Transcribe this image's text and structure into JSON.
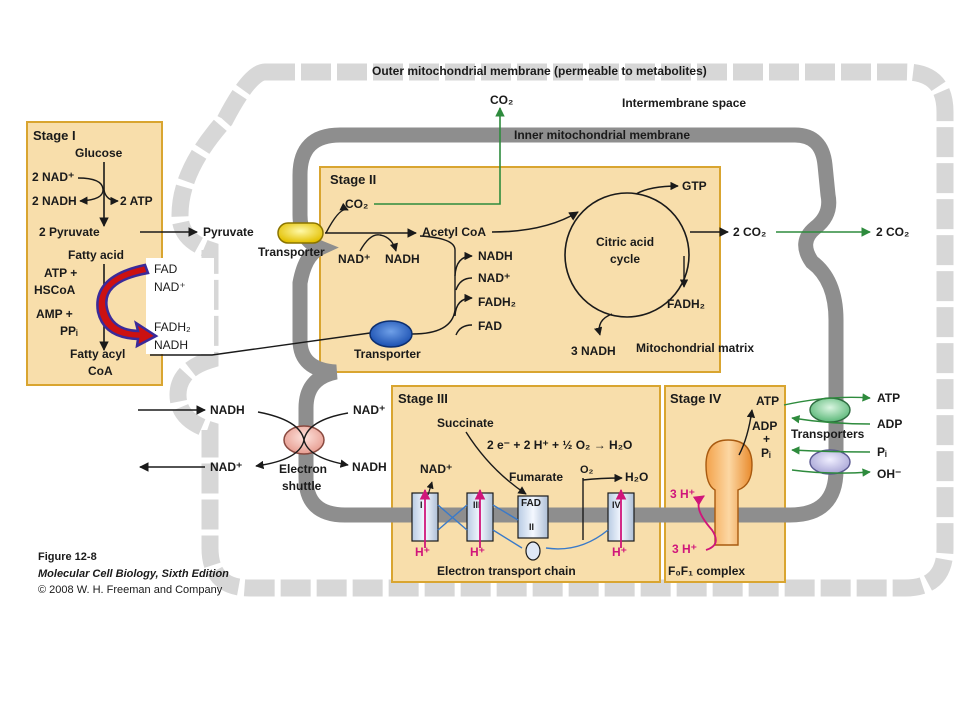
{
  "membranes": {
    "outer": "Outer mitochondrial membrane (permeable to metabolites)",
    "intermembrane": "Intermembrane space",
    "inner": "Inner mitochondrial membrane",
    "matrix": "Mitochondrial matrix",
    "co2_top": "CO₂"
  },
  "stage1": {
    "title": "Stage I",
    "glucose": "Glucose",
    "nad": "2 NAD⁺",
    "nadh": "2 NADH",
    "atp": "2 ATP",
    "pyruvate": "2 Pyruvate",
    "fatty_acid": "Fatty acid",
    "atp_plus": "ATP +",
    "hscoa": "HSCoA",
    "amp_plus": "AMP +",
    "ppi": "PPᵢ",
    "fatty_acyl": "Fatty acyl",
    "coa": "CoA",
    "fad": "FAD",
    "nad_plus": "NAD⁺",
    "fadh2": "FADH₂",
    "nadh2": "NADH"
  },
  "stage2": {
    "title": "Stage II",
    "pyruvate": "Pyruvate",
    "transporter": "Transporter",
    "co2": "CO₂",
    "nad": "NAD⁺",
    "nadh": "NADH",
    "acetyl": "Acetyl CoA",
    "nadh_b": "NADH",
    "nad_b": "NAD⁺",
    "fadh2_b": "FADH₂",
    "fad_b": "FAD",
    "cycle_1": "Citric acid",
    "cycle_2": "cycle",
    "gtp": "GTP",
    "fadh2": "FADH₂",
    "nadh3": "3 NADH",
    "co2_2": "2 CO₂",
    "co2_2_out": "2 CO₂",
    "transporter2": "Transporter"
  },
  "shuttle": {
    "nadh_in": "NADH",
    "nad_out": "NAD⁺",
    "nad_in": "NAD⁺",
    "nadh_out": "NADH",
    "label_1": "Electron",
    "label_2": "shuttle"
  },
  "stage3": {
    "title": "Stage III",
    "succinate": "Succinate",
    "equation": "2 e⁻ + 2 H⁺ + ½ O₂ → H₂O",
    "nad": "NAD⁺",
    "fumarate": "Fumarate",
    "o2": "O₂",
    "h2o": "H₂O",
    "c1": "I",
    "c3": "III",
    "c2_fad": "FAD",
    "c2": "II",
    "c4": "IV",
    "h_1": "H⁺",
    "h_3": "H⁺",
    "h_4": "H⁺",
    "footer": "Electron transport chain"
  },
  "stage4": {
    "title": "Stage IV",
    "atp": "ATP",
    "adp": "ADP",
    "plus": "+",
    "pi": "Pᵢ",
    "h_top": "3 H⁺",
    "h_bottom": "3 H⁺",
    "footer": "F₀F₁ complex",
    "transporters": "Transporters",
    "atp_out": "ATP",
    "adp_in": "ADP",
    "pi_in": "Pᵢ",
    "oh_out": "OH⁻"
  },
  "caption": {
    "line1": "Figure 12-8",
    "line2": "Molecular Cell Biology, Sixth Edition",
    "line3": "© 2008 W. H. Freeman and Company"
  },
  "colors": {
    "panel": "#f8deab",
    "panel_border": "#d9a530",
    "membrane": "#8e8e8e",
    "co2_arrow": "#2e8b3d",
    "red_arrow": "#cc1111",
    "pink": "#d0157a"
  }
}
